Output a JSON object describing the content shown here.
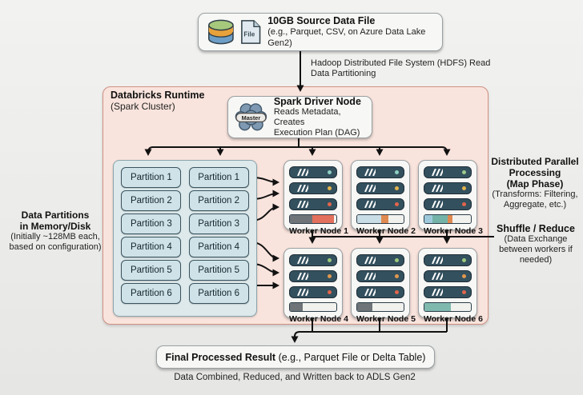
{
  "source_box": {
    "title": "10GB Source Data File",
    "subtitle": "(e.g., Parquet, CSV, on Azure Data Lake Gen2)",
    "file_icon_label": "File"
  },
  "hdfs_label": {
    "line1": "Hadoop Distributed File System (HDFS) Read",
    "line2": "Data Partitioning"
  },
  "cluster": {
    "title": "Databricks Runtime",
    "subtitle": "(Spark Cluster)"
  },
  "driver": {
    "title": "Spark Driver Node",
    "line1": "Reads Metadata, Creates",
    "line2": "Execution Plan (DAG)",
    "badge": "Master"
  },
  "partitions": {
    "labels": [
      "Partition 1",
      "Partition 2",
      "Partition 3",
      "Partition 4",
      "Partition 5",
      "Partition 6"
    ],
    "columns": 2
  },
  "left_note": {
    "bold": [
      "Data Partitions",
      "in Memory/Disk"
    ],
    "normal": [
      "(Initially ~128MB each,",
      "based on configuration)"
    ]
  },
  "map_note": {
    "bold": [
      "Distributed Parallel",
      "Processing",
      "(Map Phase)"
    ],
    "normal": [
      "(Transforms: Filtering,",
      "Aggregate, etc.)"
    ]
  },
  "shuffle_note": {
    "bold": "Shuffle / Reduce",
    "normal": [
      "(Data Exchange",
      "between workers if",
      "needed)"
    ]
  },
  "workers": [
    {
      "name": "Worker Node 1",
      "row": 0,
      "col": 0,
      "dots": [
        "#8ecfc4",
        "#e3b44e",
        "#e2654c"
      ],
      "progress": [
        {
          "c": "#6e7477",
          "w": 48
        },
        {
          "c": "#e2705c",
          "w": 46
        }
      ]
    },
    {
      "name": "Worker Node 2",
      "row": 0,
      "col": 1,
      "dots": [
        "#8ecfc4",
        "#e3b44e",
        "#e2654c"
      ],
      "progress": [
        {
          "c": "#c9dde6",
          "w": 52
        },
        {
          "c": "#e08a52",
          "w": 16
        }
      ]
    },
    {
      "name": "Worker Node 3",
      "row": 0,
      "col": 2,
      "dots": [
        "#9cc98c",
        "#e3b44e",
        "#e2654c"
      ],
      "progress": [
        {
          "c": "#9ec9db",
          "w": 18
        },
        {
          "c": "#74b3a8",
          "w": 32
        },
        {
          "c": "#e08a52",
          "w": 10
        }
      ]
    },
    {
      "name": "Worker Node 4",
      "row": 1,
      "col": 0,
      "dots": [
        "#9cc97c",
        "#e0984e",
        "#e2654c"
      ],
      "progress": [
        {
          "c": "#6e7477",
          "w": 27
        }
      ]
    },
    {
      "name": "Worker Node 5",
      "row": 1,
      "col": 1,
      "dots": [
        "#9cc97c",
        "#e0984e",
        "#e2654c"
      ],
      "progress": [
        {
          "c": "#6e7477",
          "w": 33
        }
      ]
    },
    {
      "name": "Worker Node 6",
      "row": 1,
      "col": 2,
      "dots": [
        "#9cc97c",
        "#e0984e",
        "#e2654c"
      ],
      "progress": [
        {
          "c": "#7fb9ae",
          "w": 57
        }
      ]
    }
  ],
  "result_box": {
    "bold": "Final Processed Result",
    "normal": " (e.g., Parquet File or Delta Table)"
  },
  "footer": "Data Combined, Reduced, and Written back to ADLS Gen2",
  "colors": {
    "cluster_bg": "#f9e4dd",
    "cluster_border": "#cf9184",
    "partition_bg": "#cfe2e8",
    "partition_container_bg": "#dde9eb",
    "server_bar": "#33505e",
    "db_green": "#a6c97c",
    "db_orange": "#e8a23c",
    "db_blue": "#6d9ec7",
    "arrow": "#111111"
  }
}
